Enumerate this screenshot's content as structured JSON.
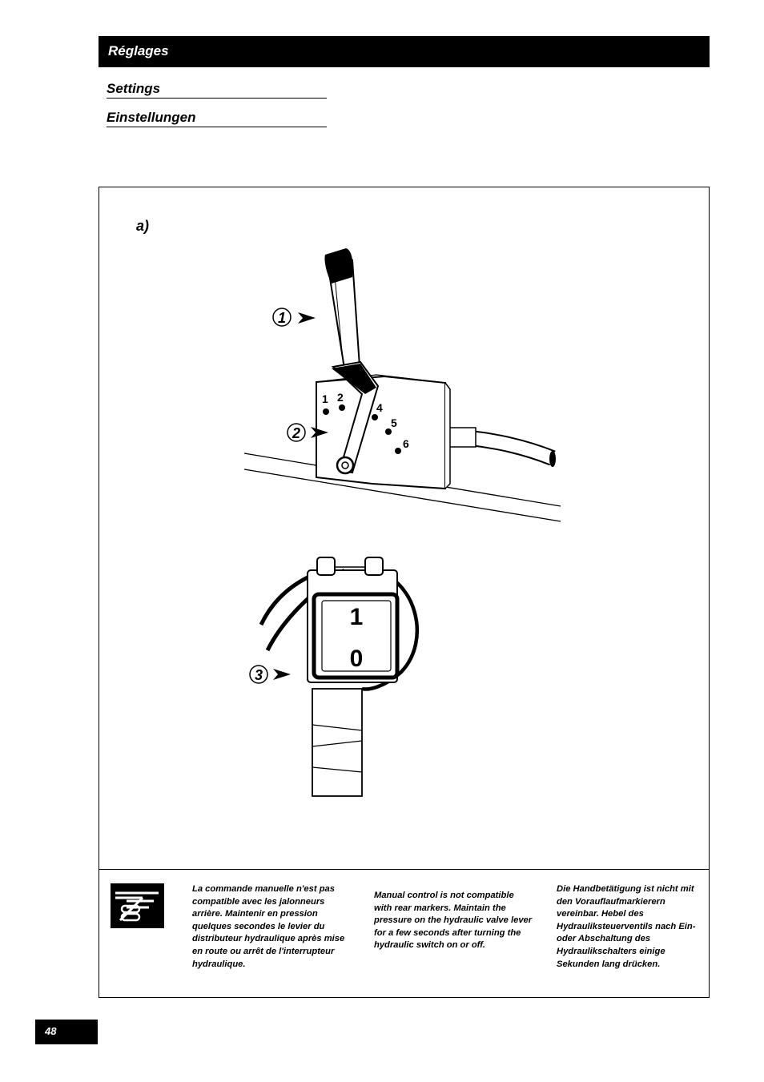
{
  "header": {
    "title": "Réglages"
  },
  "subtitles": {
    "en": "Settings",
    "de": "Einstellungen"
  },
  "figure": {
    "label": "a)",
    "callouts": [
      "1",
      "2",
      "3"
    ],
    "lever_positions": [
      "1",
      "2",
      "4",
      "5",
      "6"
    ],
    "switch_labels": {
      "on": "1",
      "off": "0"
    }
  },
  "notes": {
    "fr": "La commande manuelle n'est pas compatible avec les jalonneurs arrière. Maintenir en pression quelques secondes le levier du distributeur hydraulique après mise en route ou arrêt de l'interrupteur hydraulique.",
    "en": "Manual control is not compatible with rear markers. Maintain the pressure on the hydraulic valve lever for a few seconds after turning the hydraulic switch on or off.",
    "de": "Die Handbetätigung ist nicht mit den Vorauflaufmarkierern vereinbar. Hebel des Hydrauliksteuerventils nach Ein- oder Abschaltung des Hydraulikschalters einige Sekunden lang drücken."
  },
  "footer": {
    "page_number": "48"
  }
}
